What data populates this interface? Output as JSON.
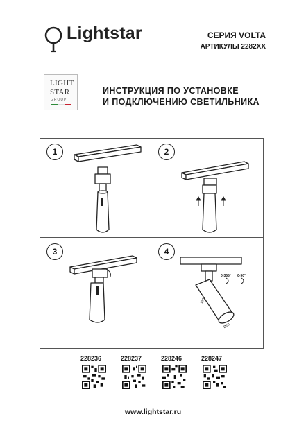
{
  "brand": {
    "name": "Lightstar"
  },
  "series": {
    "label": "СЕРИЯ VOLTA",
    "articles": "АРТИКУЛЫ 2282XX"
  },
  "group_logo": {
    "line1": "LIGHT",
    "line2": "STAR",
    "line3": "GROUP",
    "flag_colors": [
      "#2e8b3a",
      "#ffffff",
      "#c8202f"
    ]
  },
  "title": {
    "line1": "ИНСТРУКЦИЯ ПО УСТАНОВКЕ",
    "line2": "И ПОДКЛЮЧЕНИЮ СВЕТИЛЬНИКА"
  },
  "steps": [
    {
      "number": "1"
    },
    {
      "number": "2"
    },
    {
      "number": "3"
    },
    {
      "number": "4",
      "rotation1": "0-355°",
      "rotation2": "0-90°",
      "dim_length": "150",
      "dim_diameter": "Ø50"
    }
  ],
  "articles": [
    {
      "code": "228236",
      "qr_icon": "qr-code-icon"
    },
    {
      "code": "228237",
      "qr_icon": "qr-code-icon"
    },
    {
      "code": "228246",
      "qr_icon": "qr-code-icon"
    },
    {
      "code": "228247",
      "qr_icon": "qr-code-icon"
    }
  ],
  "website": "www.lightstar.ru"
}
